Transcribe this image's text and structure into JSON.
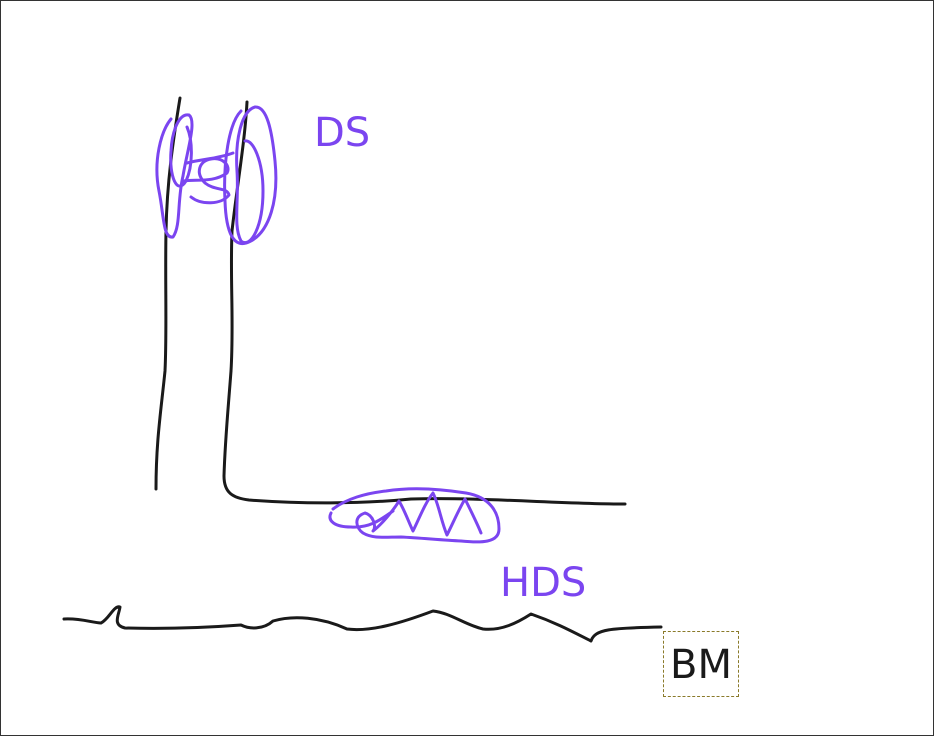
{
  "labels": {
    "ds": "DS",
    "hds": "HDS",
    "bm": "BM"
  },
  "colors": {
    "ink": "#1a1a1a",
    "annotation": "#7b45f0",
    "frame": "#333333",
    "selection_box": "#8a7a2a"
  }
}
